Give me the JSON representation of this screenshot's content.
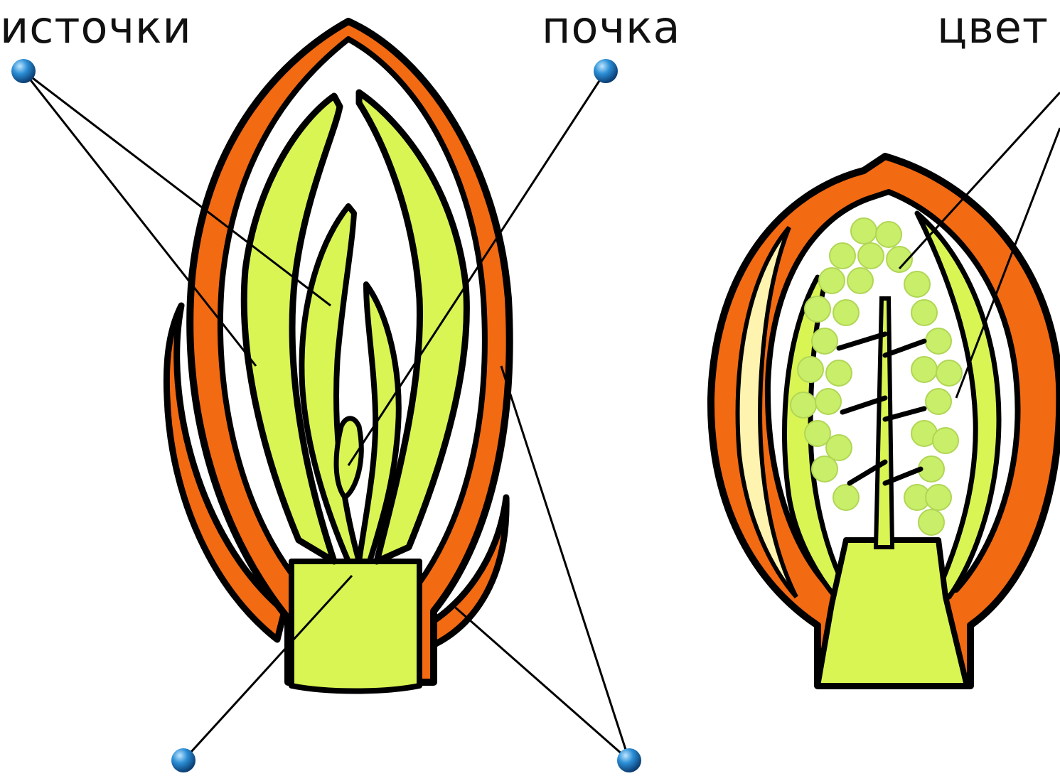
{
  "labels": {
    "leaves": "источки",
    "bud": "почка",
    "flower": "цвет"
  },
  "colors": {
    "scale": "#f26a12",
    "leaf": "#d9f553",
    "outline": "#000000",
    "pointer_dot": "#1f7fc9",
    "flower_bud_ball": "#c9ee6a",
    "scale_highlight": "#fff3b0"
  }
}
